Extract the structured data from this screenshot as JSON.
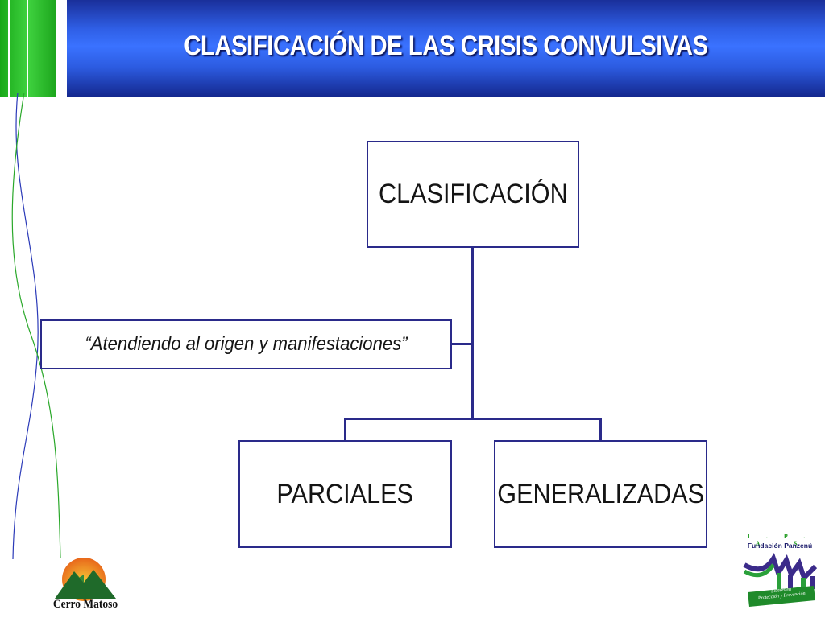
{
  "header": {
    "title": "CLASIFICACIÓN DE LAS CRISIS CONVULSIVAS"
  },
  "diagram": {
    "root": "CLASIFICACIÓN",
    "criteria": "“Atendiendo al origen y manifestaciones”",
    "children": [
      "PARCIALES",
      "GENERALIZADAS"
    ]
  },
  "logos": {
    "left": {
      "name": "Cerro Matoso"
    },
    "right": {
      "acronym": "I . P . A . S",
      "name": "Fundación Panzenú",
      "ribbon_line1": "Líderes en",
      "ribbon_line2": "Protección y Prevención"
    }
  },
  "colors": {
    "header_blue": "#3a72ff",
    "accent_green": "#2fbf2f",
    "box_border": "#2a2a8a"
  }
}
